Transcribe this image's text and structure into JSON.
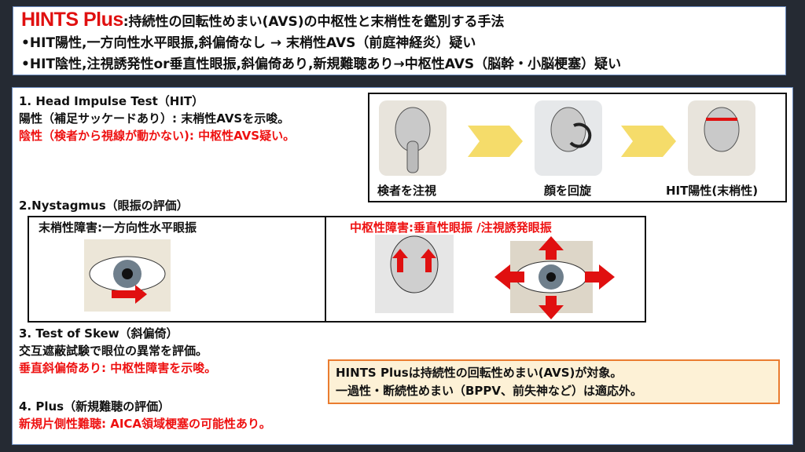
{
  "header": {
    "brand": "HINTS Plus",
    "subtitle": ":持続性の回転性めまい(AVS)の中枢性と末梢性を鑑別する手法",
    "line1": "•HIT陽性,一方向性水平眼振,斜偏倚なし → 末梢性AVS（前庭神経炎）疑い",
    "line2": "•HIT陰性,注視誘発性or垂直性眼振,斜偏倚あり,新規難聴あり→中枢性AVS（脳幹・小脳梗塞）疑い"
  },
  "hit": {
    "title": "1. Head Impulse Test（HIT）",
    "positive": "陽性（補足サッケードあり）: 末梢性AVSを示唆。",
    "negative": "陰性（検者から視線が動かない): 中枢性AVS疑い。",
    "steps": [
      "検者を注視",
      "顔を回旋",
      "HIT陽性(末梢性)"
    ]
  },
  "nystagmus": {
    "title": "2.Nystagmus（眼振の評価）",
    "peripheral": "末梢性障害:一方向性水平眼振",
    "central": "中枢性障害:垂直性眼振 /注視誘発眼振"
  },
  "skew": {
    "title": "3. Test of Skew（斜偏倚）",
    "desc": "交互遮蔽試験で眼位の異常を評価。",
    "finding": "垂直斜偏倚あり: 中枢性障害を示唆。"
  },
  "plus": {
    "title": "4. Plus（新規難聴の評価）",
    "finding": "新規片側性難聴: AICA領域梗塞の可能性あり。"
  },
  "note": {
    "line1": "HINTS Plusは持続性の回転性めまい(AVS)が対象。",
    "line2": "一過性・断続性めまい（BPPV、前失神など）は適応外。"
  },
  "colors": {
    "accent": "#ee1111",
    "arrow": "#f5dc6a",
    "note_border": "#ea7c30"
  }
}
